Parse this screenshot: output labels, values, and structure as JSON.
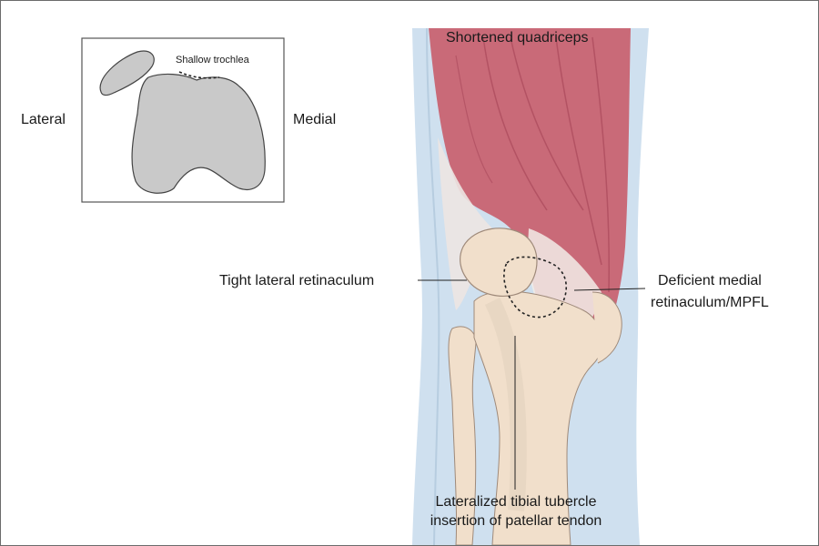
{
  "inset": {
    "note": "Shallow trochlea",
    "side_left": "Lateral",
    "side_right": "Medial"
  },
  "labels": {
    "top": "Shortened quadriceps",
    "left": "Tight lateral retinaculum",
    "right_line1": "Deficient medial",
    "right_line2": "retinaculum/MPFL",
    "bottom_line1": "Lateralized tibial tubercle",
    "bottom_line2": "insertion of patellar tendon"
  },
  "colors": {
    "frame": "#6b6b6b",
    "skin_blue": "#cfe0ef",
    "muscle": "#c96a78",
    "muscle_dark": "#a9485a",
    "bone": "#f1dfcb",
    "tendon": "#f4ede8",
    "inset_bone": "#c9c9c9"
  }
}
